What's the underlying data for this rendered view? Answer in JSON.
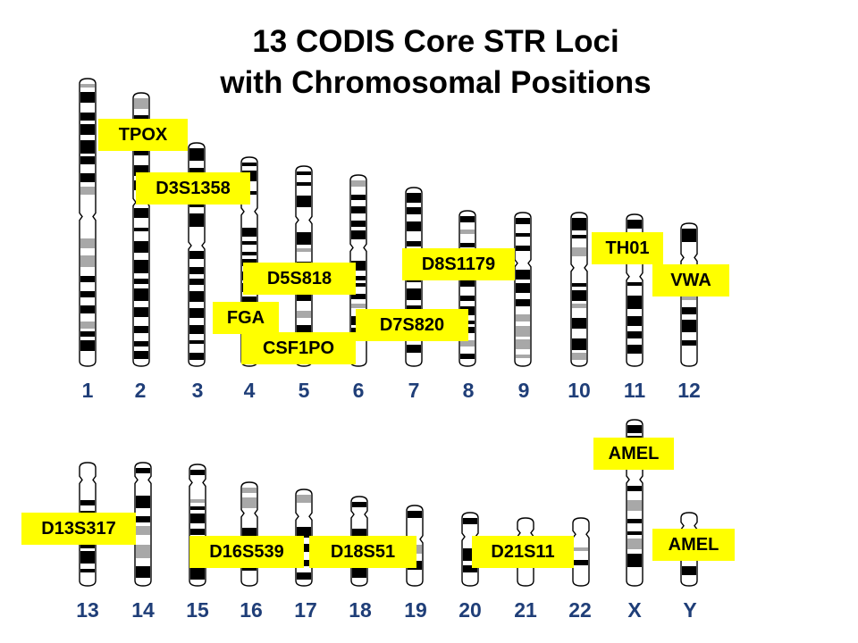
{
  "title": {
    "line1": "13 CODIS Core STR Loci",
    "line2": "with Chromosomal Positions"
  },
  "chromosomes": [
    "1",
    "2",
    "3",
    "4",
    "5",
    "6",
    "7",
    "8",
    "9",
    "10",
    "11",
    "12",
    "13",
    "14",
    "15",
    "16",
    "17",
    "18",
    "19",
    "20",
    "21",
    "22",
    "X",
    "Y"
  ],
  "loci": [
    {
      "id": "tpox",
      "label": "TPOX"
    },
    {
      "id": "d3s1358",
      "label": "D3S1358"
    },
    {
      "id": "d5s818",
      "label": "D5S818"
    },
    {
      "id": "fga",
      "label": "FGA"
    },
    {
      "id": "csf1po",
      "label": "CSF1PO"
    },
    {
      "id": "d7s820",
      "label": "D7S820"
    },
    {
      "id": "d8s1179",
      "label": "D8S1179"
    },
    {
      "id": "th01",
      "label": "TH01"
    },
    {
      "id": "vwa",
      "label": "VWA"
    },
    {
      "id": "amel-x",
      "label": "AMEL"
    },
    {
      "id": "amel-y",
      "label": "AMEL"
    },
    {
      "id": "d13s317",
      "label": "D13S317"
    },
    {
      "id": "d16s539",
      "label": "D16S539"
    },
    {
      "id": "d18s51",
      "label": "D18S51"
    },
    {
      "id": "d21s11",
      "label": "D21S11"
    }
  ],
  "colors": {
    "label_bg": "#ffff00",
    "number_text": "#1f3e78",
    "band_dark": "#000000",
    "band_gray": "#a8a8a8"
  }
}
